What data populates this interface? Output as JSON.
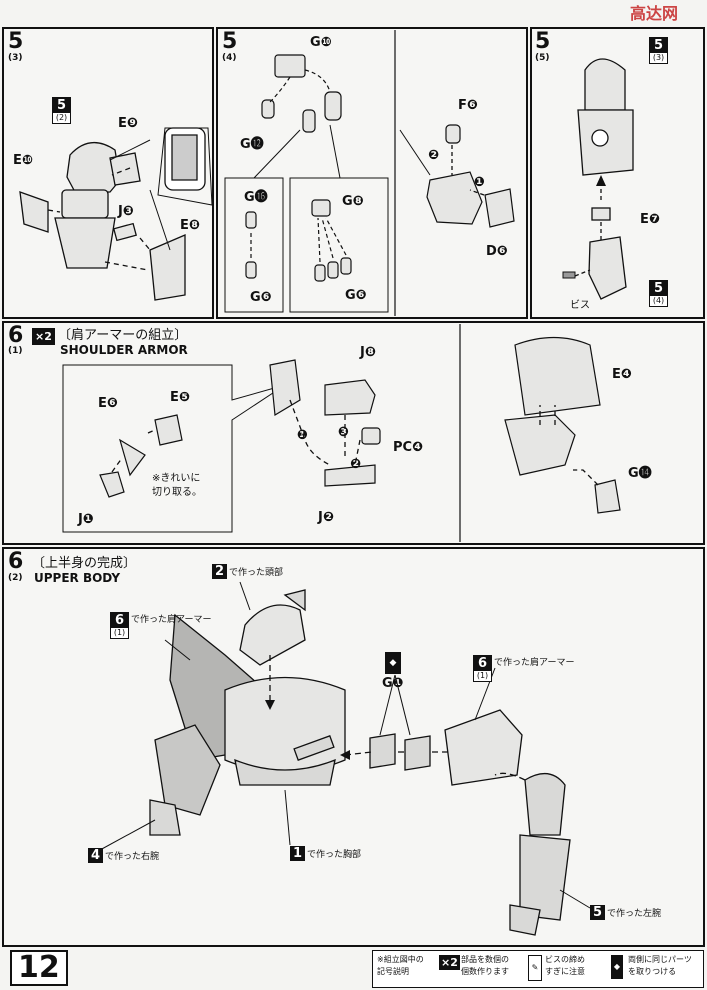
{
  "watermark": "高达网",
  "step5_3": {
    "num": "5",
    "sub": "(3)",
    "ref_box": {
      "n": "5",
      "s": "(2)"
    },
    "parts": [
      "E❾",
      "E❿",
      "J❸",
      "E❽"
    ]
  },
  "step5_4": {
    "num": "5",
    "sub": "(4)",
    "parts": [
      "G❿",
      "G⓬",
      "G⓰",
      "G❽",
      "G❻",
      "G❻",
      "G❻"
    ]
  },
  "step5_4b": {
    "parts": [
      "F❻",
      "D❻"
    ],
    "order": [
      "❷",
      "❶"
    ]
  },
  "step5_5": {
    "num": "5",
    "sub": "(5)",
    "ref_top": {
      "n": "5",
      "s": "(3)"
    },
    "ref_bottom": {
      "n": "5",
      "s": "(4)"
    },
    "parts": [
      "E❼"
    ],
    "screw": "ビス"
  },
  "step6_1": {
    "num": "6",
    "sub": "(1)",
    "times": "×2",
    "title_jp": "〔肩アーマーの組立〕",
    "title_en": "SHOULDER ARMOR",
    "parts": [
      "E❻",
      "E❺",
      "J❶",
      "J❽",
      "PC❹",
      "J❷",
      "E❹",
      "G⓮"
    ],
    "note": "※きれいに\n切り取る。",
    "order": [
      "❶",
      "❸",
      "❷"
    ]
  },
  "step6_2": {
    "num": "6",
    "sub": "(2)",
    "title_jp": "〔上半身の完成〕",
    "title_en": "UPPER BODY",
    "head_ref": {
      "n": "2",
      "text": "で作った頭部"
    },
    "shoulder_ref_left": {
      "n": "6",
      "s": "(1)",
      "text": "で作った肩アーマー"
    },
    "shoulder_ref_right": {
      "n": "6",
      "s": "(1)",
      "text": "で作った肩アーマー"
    },
    "right_arm_ref": {
      "n": "4",
      "text": "で作った右腕"
    },
    "chest_ref": {
      "n": "1",
      "text": "で作った胸部"
    },
    "left_arm_ref": {
      "n": "5",
      "text": "で作った左腕"
    },
    "parts": [
      "G❶"
    ]
  },
  "page_number": "12",
  "legend": {
    "intro": "※組立図中の\n記号説明",
    "x2": {
      "sym": "×2",
      "text": "部品を数個の\n個数作ります"
    },
    "screw": {
      "text": "ビスの締め\nすぎに注意"
    },
    "both": {
      "text": "両側に同じパーツ\nを取りつける"
    }
  }
}
